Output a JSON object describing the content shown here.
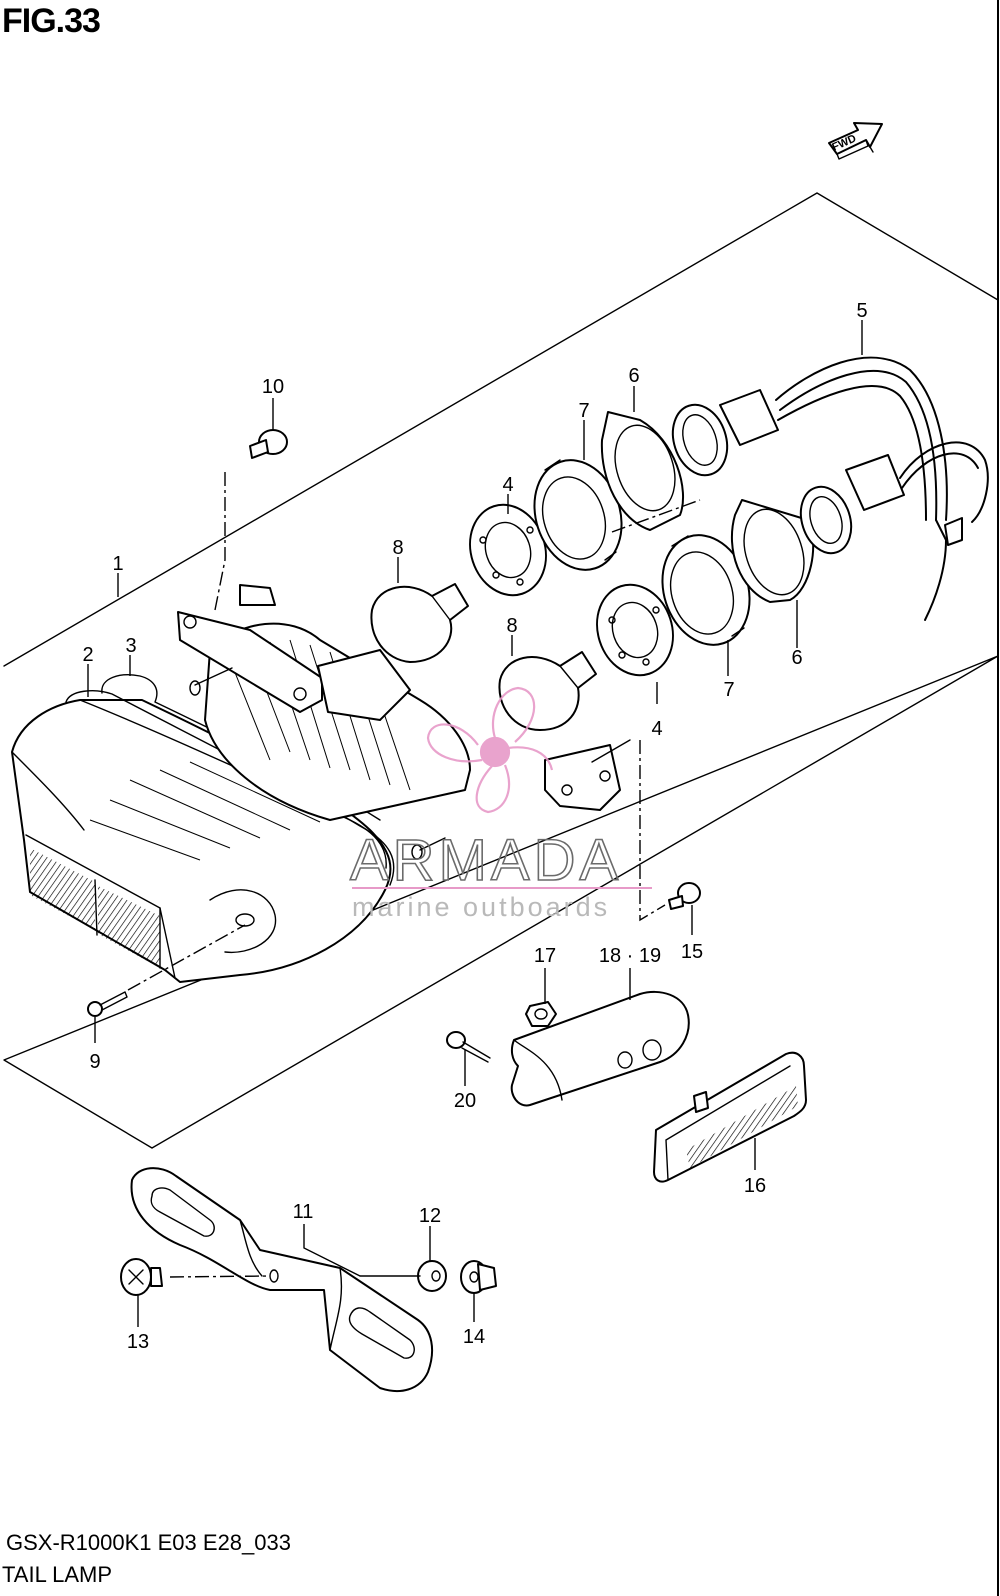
{
  "figure_label": "FIG.33",
  "model_code": "GSX-R1000K1 E03 E28_033",
  "caption": "TAIL LAMP",
  "direction_label": "FWD",
  "watermark": {
    "brand": "ARMADA",
    "tagline": "marine outboards",
    "accent_color": "#e79ac8"
  },
  "callouts": {
    "c1": "1",
    "c2": "2",
    "c3": "3",
    "c4a": "4",
    "c4b": "4",
    "c5": "5",
    "c6a": "6",
    "c6b": "6",
    "c7a": "7",
    "c7b": "7",
    "c8a": "8",
    "c8b": "8",
    "c9": "9",
    "c10": "10",
    "c11": "11",
    "c12": "12",
    "c13": "13",
    "c14": "14",
    "c15": "15",
    "c16": "16",
    "c17": "17",
    "c1819": "18 · 19",
    "c20": "20"
  }
}
